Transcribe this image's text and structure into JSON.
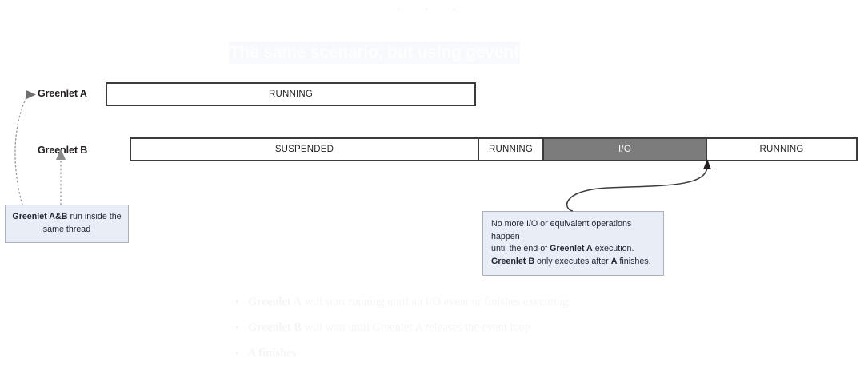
{
  "slide": {
    "pager_dots": "• • •",
    "title": "The same scenario, but using gevent"
  },
  "colors": {
    "bar_border": "#3b3b3b",
    "bar_fill": "#ffffff",
    "io_fill": "#7c7c7c",
    "io_text": "#ffffff",
    "callout_fill": "#e9edf6",
    "callout_border": "#aab0bd",
    "connector": "#3b3b3b",
    "dotted_connector": "#9a9a9a",
    "faded_text": "#f5f5f5"
  },
  "timeline": {
    "rows": [
      {
        "label": "Greenlet A",
        "segments": [
          {
            "state": "RUNNING",
            "kind": "running"
          }
        ]
      },
      {
        "label": "Greenlet B",
        "segments": [
          {
            "state": "SUSPENDED",
            "kind": "suspended"
          },
          {
            "state": "RUNNING",
            "kind": "running"
          },
          {
            "state": "I/O",
            "kind": "io"
          },
          {
            "state": "RUNNING",
            "kind": "running"
          }
        ]
      }
    ]
  },
  "callouts": {
    "left": {
      "line1_bold": "Greenlet A&B",
      "line1_rest": " run inside the",
      "line2": "same thread"
    },
    "right": {
      "l1": "No more I/O or equivalent operations happen",
      "l2_pre": "until the end of ",
      "l2_bold": "Greenlet A",
      "l2_post": " execution.",
      "l3_bold1": "Greenlet B",
      "l3_mid": " only executes after ",
      "l3_bold2": "A",
      "l3_post": " finishes."
    }
  },
  "bullets": [
    {
      "bold": "Greenlet A",
      "rest": " will start running until an I/O event or finishes executing"
    },
    {
      "bold": "Greenlet B",
      "rest": " will wait until Greenlet A releases the event loop"
    },
    {
      "bold": "A finishes",
      "rest": ""
    }
  ]
}
